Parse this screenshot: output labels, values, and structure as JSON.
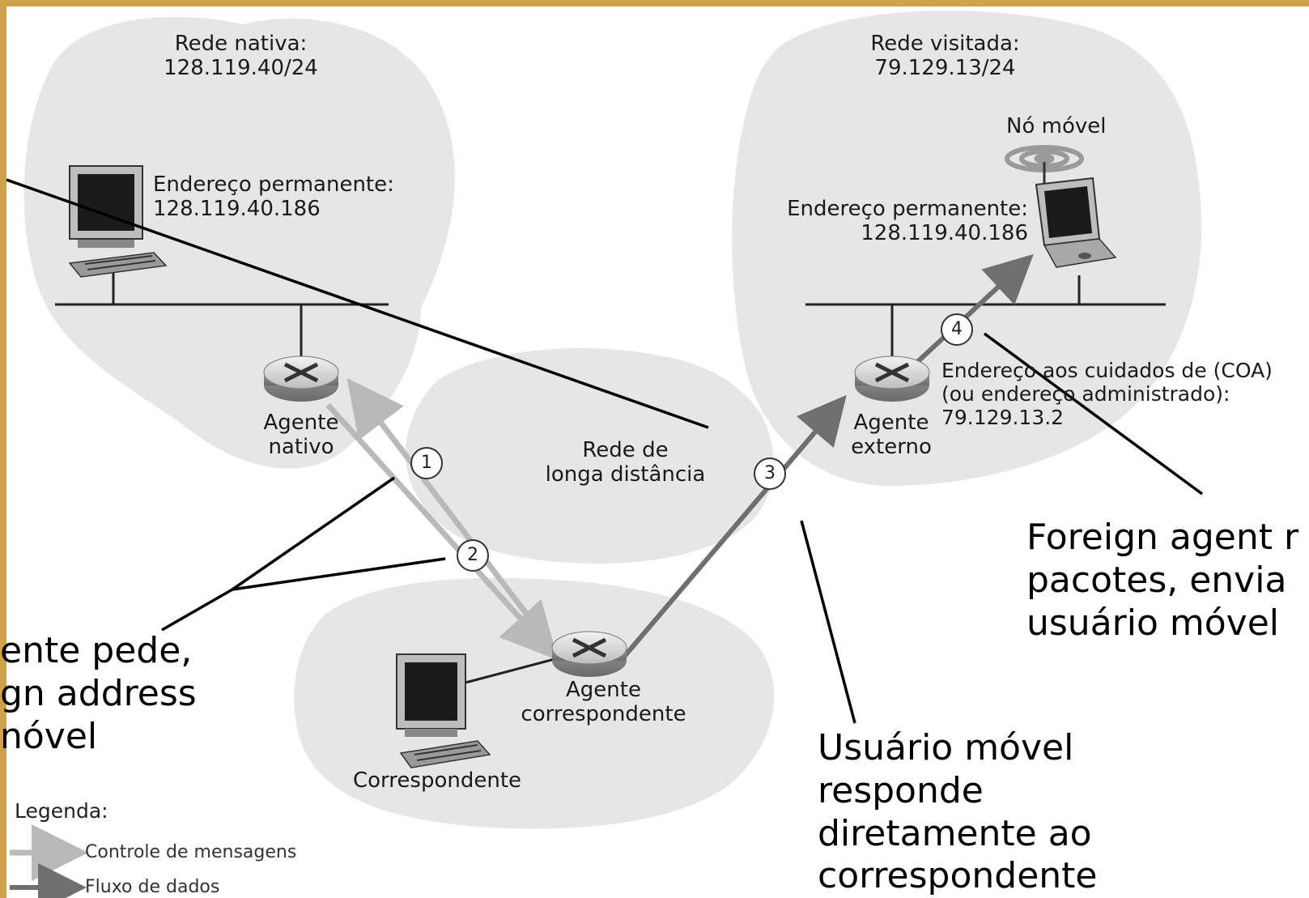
{
  "home_network": {
    "label": "Rede nativa:",
    "prefix": "128.119.40/24"
  },
  "visited_network": {
    "label": "Rede visitada:",
    "prefix": "79.129.13/24"
  },
  "wan": {
    "line1": "Rede de",
    "line2": "longa distância"
  },
  "home_host": {
    "addr_label": "Endereço permanente:",
    "addr": "128.119.40.186"
  },
  "mobile_node": {
    "label": "Nó móvel",
    "addr_label": "Endereço permanente:",
    "addr": "128.119.40.186"
  },
  "home_agent": {
    "line1": "Agente",
    "line2": "nativo"
  },
  "foreign_agent": {
    "line1": "Agente",
    "line2": "externo"
  },
  "coa": {
    "line1": "Endereço aos cuidados de (COA)",
    "line2": "(ou endereço administrado):",
    "line3": "79.129.13.2"
  },
  "correspondent_agent": {
    "line1": "Agente",
    "line2": "correspondente"
  },
  "correspondent": {
    "label": "Correspondente"
  },
  "steps": [
    "1",
    "2",
    "3",
    "4"
  ],
  "legend": {
    "title": "Legenda:",
    "control": "Controle de mensagens",
    "data": "Fluxo de dados"
  },
  "annotations": {
    "foreign_agent_note": [
      "Foreign agent r",
      "pacotes, envia",
      "usuário móvel"
    ],
    "left_note": [
      "ente pede,",
      "gn address",
      "nóvel"
    ],
    "mobile_reply_note": [
      "Usuário móvel",
      "responde",
      "diretamente ao",
      "correspondente"
    ]
  },
  "colors": {
    "blob": "#e6e6e6",
    "control_arrow": "#b9b9b9",
    "data_arrow": "#6f6f6f",
    "frame": "#cfa24a"
  }
}
